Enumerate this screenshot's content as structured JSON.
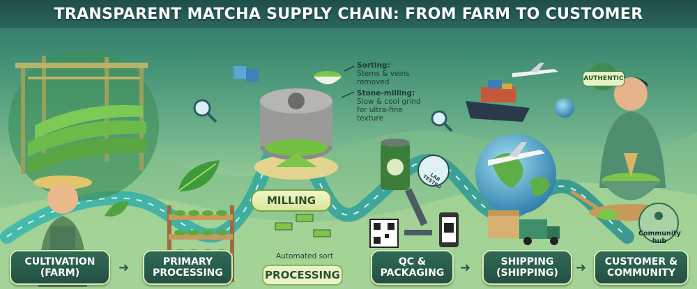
{
  "title": "TRANSPARENT MATCHA SUPPLY CHAIN: FROM FARM TO CUSTOMER",
  "stages": [
    {
      "id": "cultivation",
      "label_line1": "CULTIVATION",
      "label_line2": "(FARM)"
    },
    {
      "id": "primary",
      "label_line1": "PRIMARY",
      "label_line2": "PROCESSING"
    },
    {
      "id": "processing",
      "label_line1": "PROCESSING",
      "label_line2": ""
    },
    {
      "id": "qc",
      "label_line1": "QC &",
      "label_line2": "PACKAGING"
    },
    {
      "id": "shipping",
      "label_line1": "SHIPPING",
      "label_line2": "(SHIPPING)"
    },
    {
      "id": "customer",
      "label_line1": "CUSTOMER &",
      "label_line2": "COMMUNITY"
    }
  ],
  "milling": {
    "badge": "MILLING",
    "sorting_title": "Sorting:",
    "sorting_desc_1": "Stems & veins",
    "sorting_desc_2": "removed",
    "stone_title": "Stone-milling:",
    "stone_desc_1": "Slow & cool grind",
    "stone_desc_2": "for ultra-fine",
    "stone_desc_3": "texture",
    "automated": "Automated sort"
  },
  "qc": {
    "lab_tag": "LAB TESTED"
  },
  "customer": {
    "authentic": "AUTHENTIC",
    "hub_line1": "Community",
    "hub_line2": "hub"
  },
  "colors": {
    "label_bg": "#234f43",
    "label_border": "#d9ecb8",
    "path": "#2aa8a4",
    "matcha": "#6dbb3a"
  },
  "icons": [
    "bamboo-arbor-icon",
    "tea-leaf-icon",
    "drying-rack-icon",
    "stone-mill-icon",
    "magnifier-icon",
    "tin-can-icon",
    "microscope-icon",
    "qr-code-icon",
    "phone-icon",
    "cargo-ship-icon",
    "airplane-icon",
    "globe-icon",
    "truck-icon",
    "box-icon",
    "matcha-bowl-icon",
    "whisk-icon",
    "spoon-icon",
    "community-hub-icon"
  ]
}
